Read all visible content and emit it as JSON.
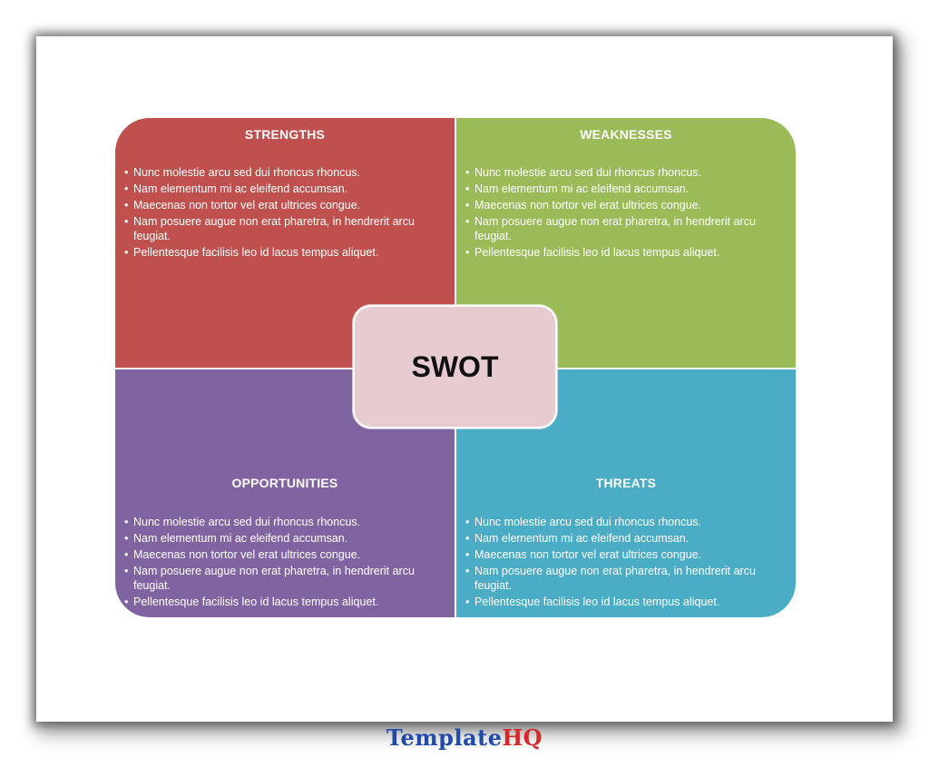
{
  "center": {
    "label": "SWOT"
  },
  "quadrants": {
    "strengths": {
      "title": "STRENGTHS",
      "color": "#c0504d",
      "items": [
        "Nunc molestie arcu sed dui rhoncus rhoncus.",
        "Nam elementum mi ac eleifend accumsan.",
        "Maecenas non tortor vel erat ultrices congue.",
        "Nam posuere augue non erat pharetra, in hendrerit arcu feugiat.",
        "Pellentesque facilisis leo id lacus tempus aliquet."
      ]
    },
    "weaknesses": {
      "title": "WEAKNESSES",
      "color": "#9bbb59",
      "items": [
        "Nunc molestie arcu sed dui rhoncus rhoncus.",
        "Nam elementum mi ac eleifend accumsan.",
        "Maecenas non tortor vel erat ultrices congue.",
        "Nam posuere augue non erat pharetra, in hendrerit arcu feugiat.",
        "Pellentesque facilisis leo id lacus tempus aliquet."
      ]
    },
    "opportunities": {
      "title": "OPPORTUNITIES",
      "color": "#8064a2",
      "items": [
        "Nunc molestie arcu sed dui rhoncus rhoncus.",
        "Nam elementum mi ac eleifend accumsan.",
        "Maecenas non tortor vel erat ultrices congue.",
        "Nam posuere augue non erat pharetra, in hendrerit arcu feugiat.",
        "Pellentesque facilisis leo id lacus tempus aliquet."
      ]
    },
    "threats": {
      "title": "THREATS",
      "color": "#4bacc6",
      "items": [
        "Nunc molestie arcu sed dui rhoncus rhoncus.",
        "Nam elementum mi ac eleifend accumsan.",
        "Maecenas non tortor vel erat ultrices congue.",
        "Nam posuere augue non erat pharetra, in hendrerit arcu feugiat.",
        "Pellentesque facilisis leo id lacus tempus aliquet."
      ]
    }
  },
  "branding": {
    "part1": "Template",
    "part2": "HQ"
  }
}
